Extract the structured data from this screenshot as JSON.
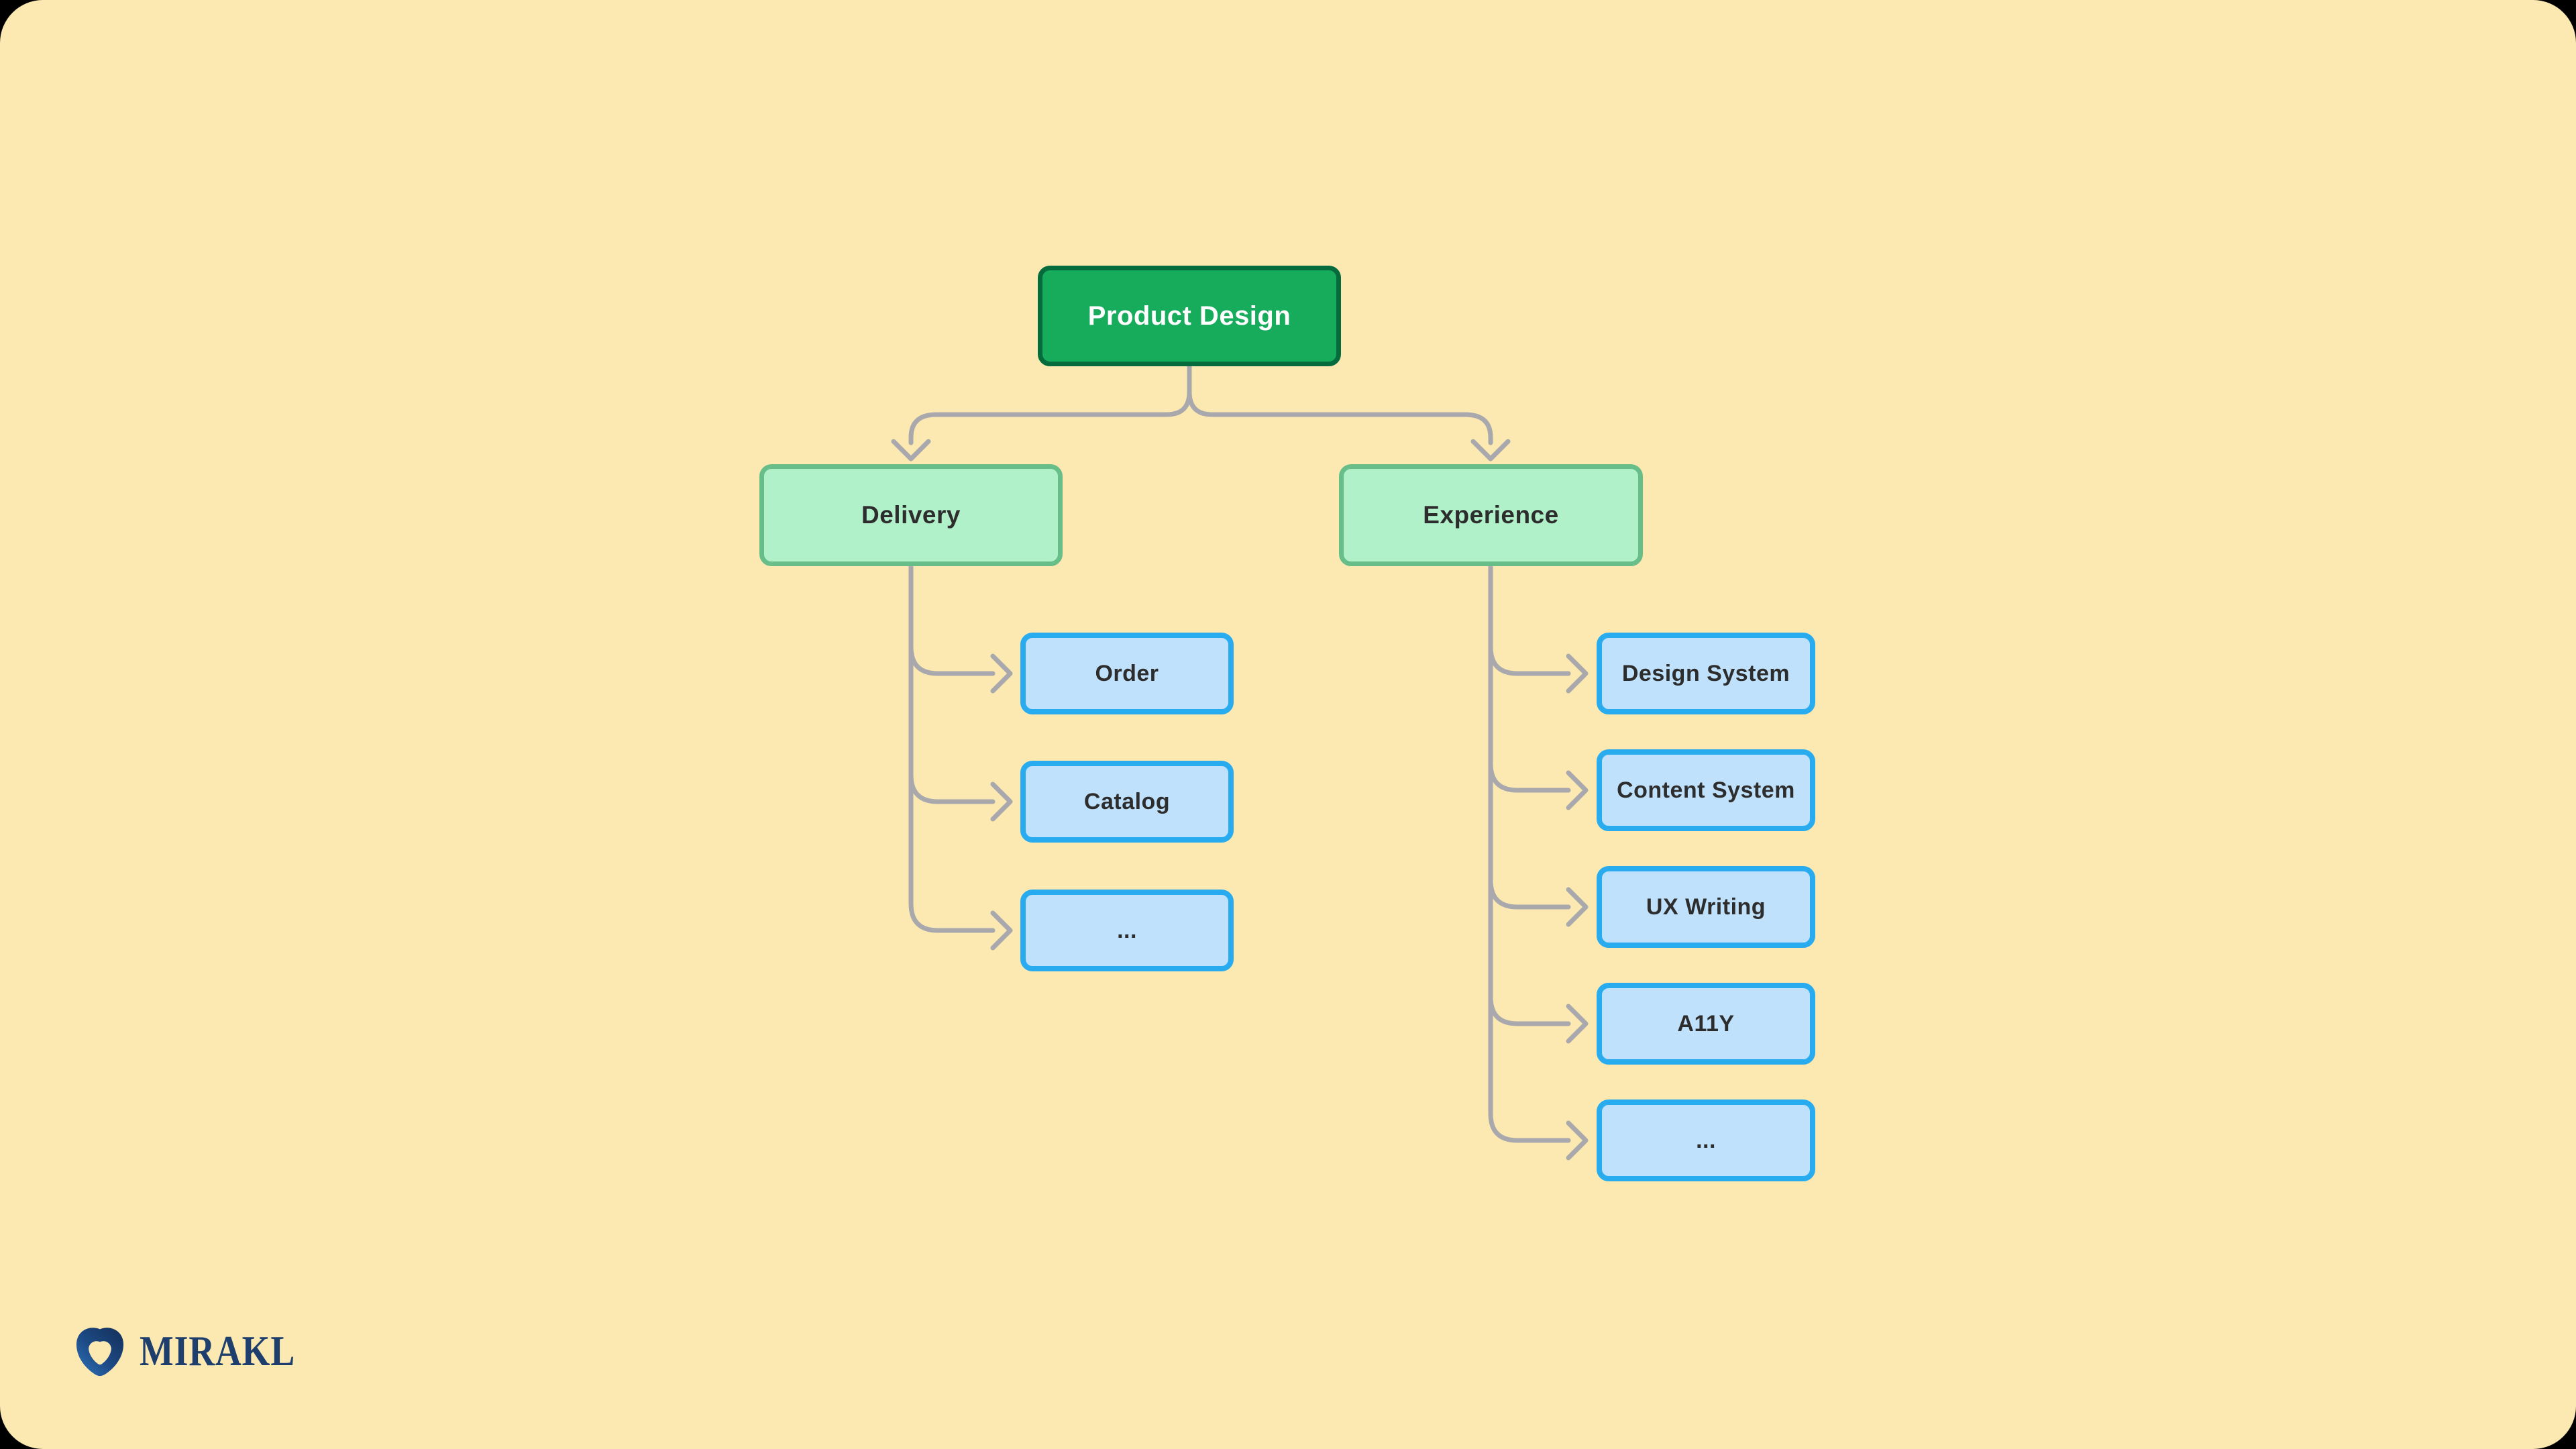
{
  "diagram": {
    "root": {
      "label": "Product Design"
    },
    "branches": [
      {
        "label": "Delivery",
        "children": [
          {
            "label": "Order"
          },
          {
            "label": "Catalog"
          },
          {
            "label": "..."
          }
        ]
      },
      {
        "label": "Experience",
        "children": [
          {
            "label": "Design System"
          },
          {
            "label": "Content System"
          },
          {
            "label": "UX Writing"
          },
          {
            "label": "A11Y"
          },
          {
            "label": "..."
          }
        ]
      }
    ]
  },
  "branding": {
    "logo_text": "MIRAKL",
    "logo_icon": "mirakl-shield-icon"
  },
  "colors": {
    "canvas_background": "#fce9b2",
    "frame": "#000000",
    "root_fill": "#17ab5c",
    "root_border": "#056a3c",
    "branch_fill": "#b0f1ca",
    "branch_border": "#68be89",
    "leaf_fill": "#bfe1fb",
    "leaf_border": "#29abef",
    "connector": "#a9a9ad",
    "node_text_dark": "#2d2d2d",
    "node_text_light": "#ffffff",
    "logo_navy": "#1e3e6d"
  }
}
